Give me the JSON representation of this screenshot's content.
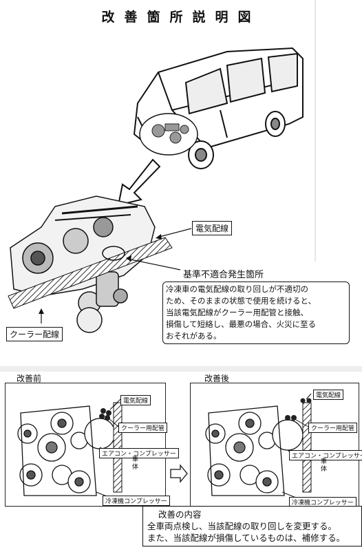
{
  "title": "改善箇所説明図",
  "labels": {
    "electric_wiring": "電気配線",
    "non_compliance_location": "基準不適合発生箇所",
    "cooler_piping": "クーラー配線",
    "description_lines": [
      "冷凍車の電気配線の取り回しが不適切の",
      "ため、そのままの状態で使用を続けると、",
      "当該電気配線がクーラー用配管と接触、",
      "損傷して短絡し、最悪の場合、火災に至る",
      "おそれがある。"
    ]
  },
  "before": {
    "heading": "改善前",
    "electric_wiring": "電気配線",
    "cooler_pipe": "クーラー用配管",
    "aircon_compressor": "エアコン・コンプレッサー",
    "body": "車体",
    "freezer_compressor": "冷凍機コンプレッサー"
  },
  "after": {
    "heading": "改善後",
    "electric_wiring": "電気配線",
    "cooler_pipe": "クーラー用配管",
    "aircon_compressor": "エアコン・コンプレッサー",
    "body": "車体",
    "freezer_compressor": "冷凍機コンプレッサー"
  },
  "improvement": {
    "heading": "改善の内容",
    "lines": [
      "全車両点検し、当該配線の取り回しを変更する。",
      "また、当該配線が損傷しているものは、補修する。"
    ]
  }
}
